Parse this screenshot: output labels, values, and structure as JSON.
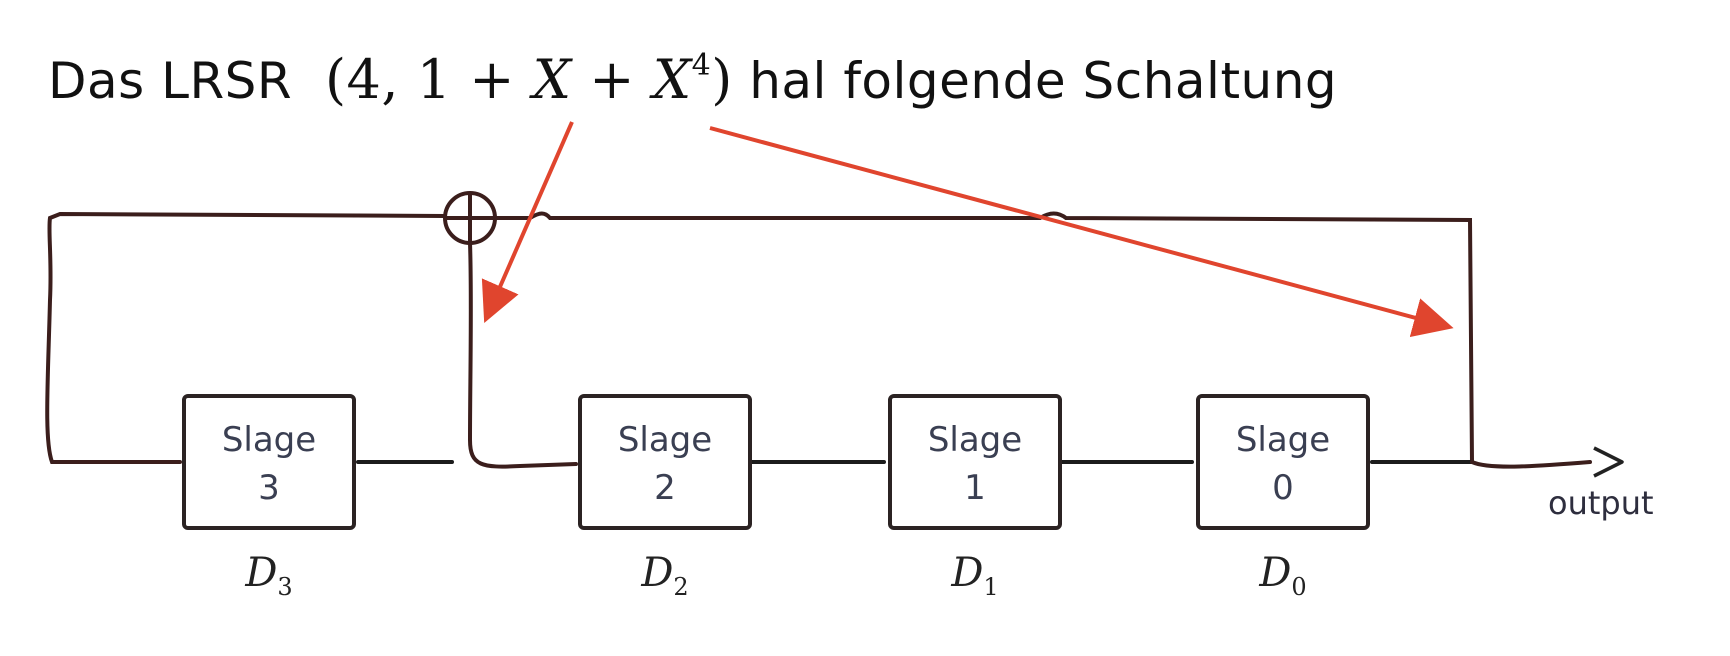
{
  "title": {
    "prefix": "Das LRSR",
    "math_open": "(4, 1 + ",
    "math_x1": "X",
    "math_plus": " + ",
    "math_x2": "X",
    "math_exp": "4",
    "math_close": ")",
    "suffix": "hal folgende Schaltung"
  },
  "stages": [
    {
      "label": "Slage",
      "number": "3",
      "d_letter": "D",
      "d_sub": "3"
    },
    {
      "label": "Slage",
      "number": "2",
      "d_letter": "D",
      "d_sub": "2"
    },
    {
      "label": "Slage",
      "number": "1",
      "d_letter": "D",
      "d_sub": "1"
    },
    {
      "label": "Slage",
      "number": "0",
      "d_letter": "D",
      "d_sub": "0"
    }
  ],
  "output_label": "output",
  "colors": {
    "wire": "#3b1e1c",
    "arrow": "#e0452e",
    "box": "#2b2323"
  }
}
